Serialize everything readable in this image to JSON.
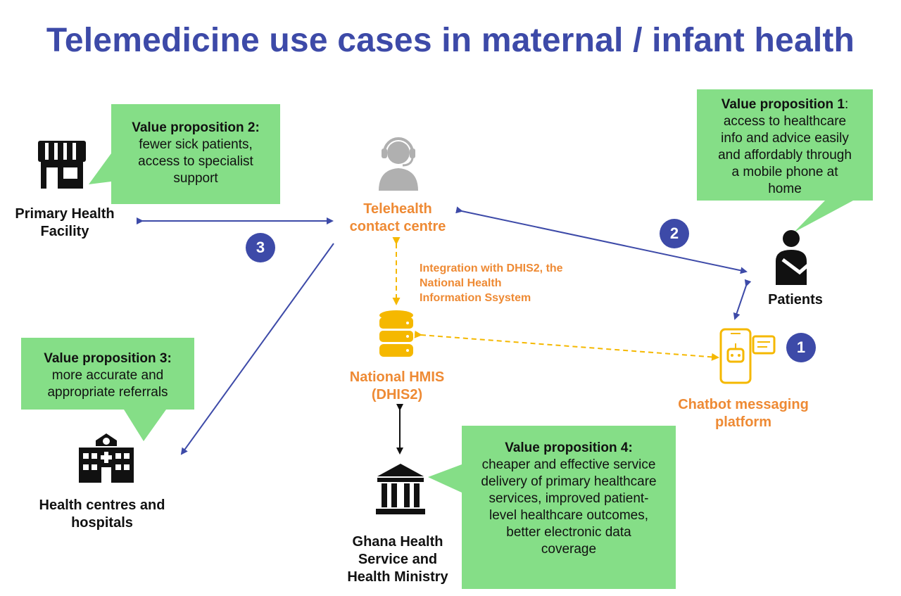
{
  "title": "Telemedicine use cases in maternal / infant health",
  "nodes": {
    "primary": "Primary Health\nFacility",
    "telehealth": "Telehealth\ncontact centre",
    "patients": "Patients",
    "hmis": "National HMIS\n(DHIS2)",
    "chatbot": "Chatbot messaging\nplatform",
    "hospitals": "Health centres and\nhospitals",
    "ghana": "Ghana Health\nService and\nHealth Ministry"
  },
  "integration_note": "Integration with DHIS2, the\nNational Health\nInformation Ssystem",
  "value_props": {
    "vp1": {
      "heading": "Value proposition 1",
      "suffix": ":",
      "body": "access to healthcare\ninfo and advice easily\nand affordably through\na mobile phone at\nhome"
    },
    "vp2": {
      "heading": "Value proposition 2:",
      "body": "fewer sick patients,\naccess to specialist\nsupport"
    },
    "vp3": {
      "heading": "Value proposition 3:",
      "body": "more accurate and\nappropriate referrals"
    },
    "vp4": {
      "heading": "Value proposition 4:",
      "body": "cheaper and effective service\ndelivery of primary healthcare\nservices, improved patient-\nlevel healthcare outcomes,\nbetter electronic data\ncoverage"
    }
  },
  "badges": {
    "b1": "1",
    "b2": "2",
    "b3": "3"
  },
  "colors": {
    "title": "#3d4aa8",
    "accent": "#ee8a34",
    "box": "#85de87",
    "arrow": "#3d4aa8",
    "dashed": "#f5b800"
  },
  "icons": {
    "primary": "store-icon",
    "telehealth": "headset-agent-icon",
    "patients": "patient-icon",
    "hmis": "database-icon",
    "chatbot": "chatbot-phone-icon",
    "hospitals": "hospital-icon",
    "ghana": "government-building-icon"
  }
}
